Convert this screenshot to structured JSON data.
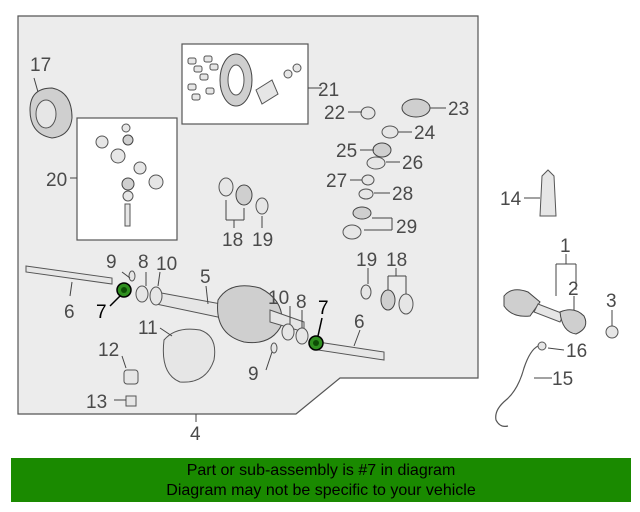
{
  "callouts": {
    "c1": "1",
    "c2": "2",
    "c3": "3",
    "c4": "4",
    "c5": "5",
    "c6a": "6",
    "c6b": "6",
    "c7a": "7",
    "c7b": "7",
    "c8a": "8",
    "c8b": "8",
    "c9a": "9",
    "c9b": "9",
    "c10a": "10",
    "c10b": "10",
    "c11": "11",
    "c12": "12",
    "c13": "13",
    "c14": "14",
    "c15": "15",
    "c16": "16",
    "c17": "17",
    "c18a": "18",
    "c18b": "18",
    "c19a": "19",
    "c19b": "19",
    "c20": "20",
    "c21": "21",
    "c22": "22",
    "c23": "23",
    "c24": "24",
    "c25": "25",
    "c26": "26",
    "c27": "27",
    "c28": "28",
    "c29": "29"
  },
  "banner": {
    "line1": "Part or sub-assembly is #7 in diagram",
    "line2": "Diagram may not be specific to your vehicle",
    "color": "#1a8a00"
  },
  "colors": {
    "panel_bg": "#ececec",
    "highlight_part": "#2f8f1f"
  }
}
